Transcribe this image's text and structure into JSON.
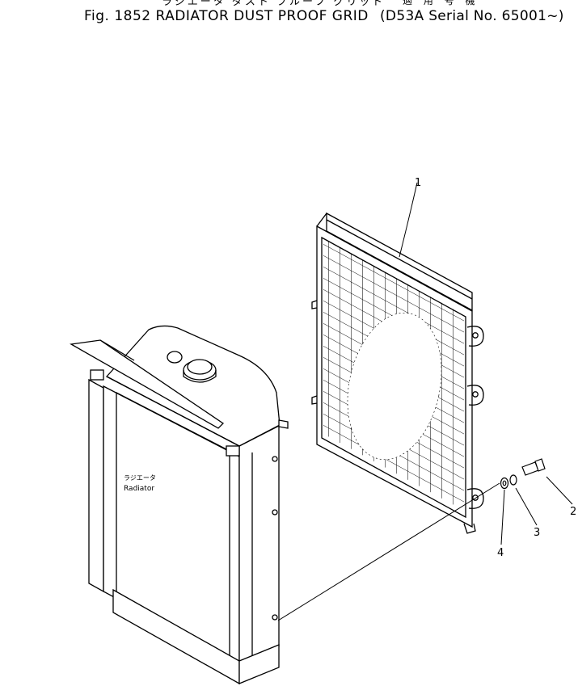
{
  "header": {
    "japanese_title": "ラジエータ ダスト プルーフ グリッド",
    "figure_title": "Fig. 1852  RADIATOR DUST PROOF GRID",
    "applicability_jp": "適 用 号 機",
    "serial_range": "(D53A Serial No. 65001~)"
  },
  "radiator": {
    "label_jp": "ラジエータ",
    "label_en": "Radiator"
  },
  "callouts": {
    "grid": "1",
    "bolt": "2",
    "washer": "3",
    "lock_washer": "4"
  }
}
